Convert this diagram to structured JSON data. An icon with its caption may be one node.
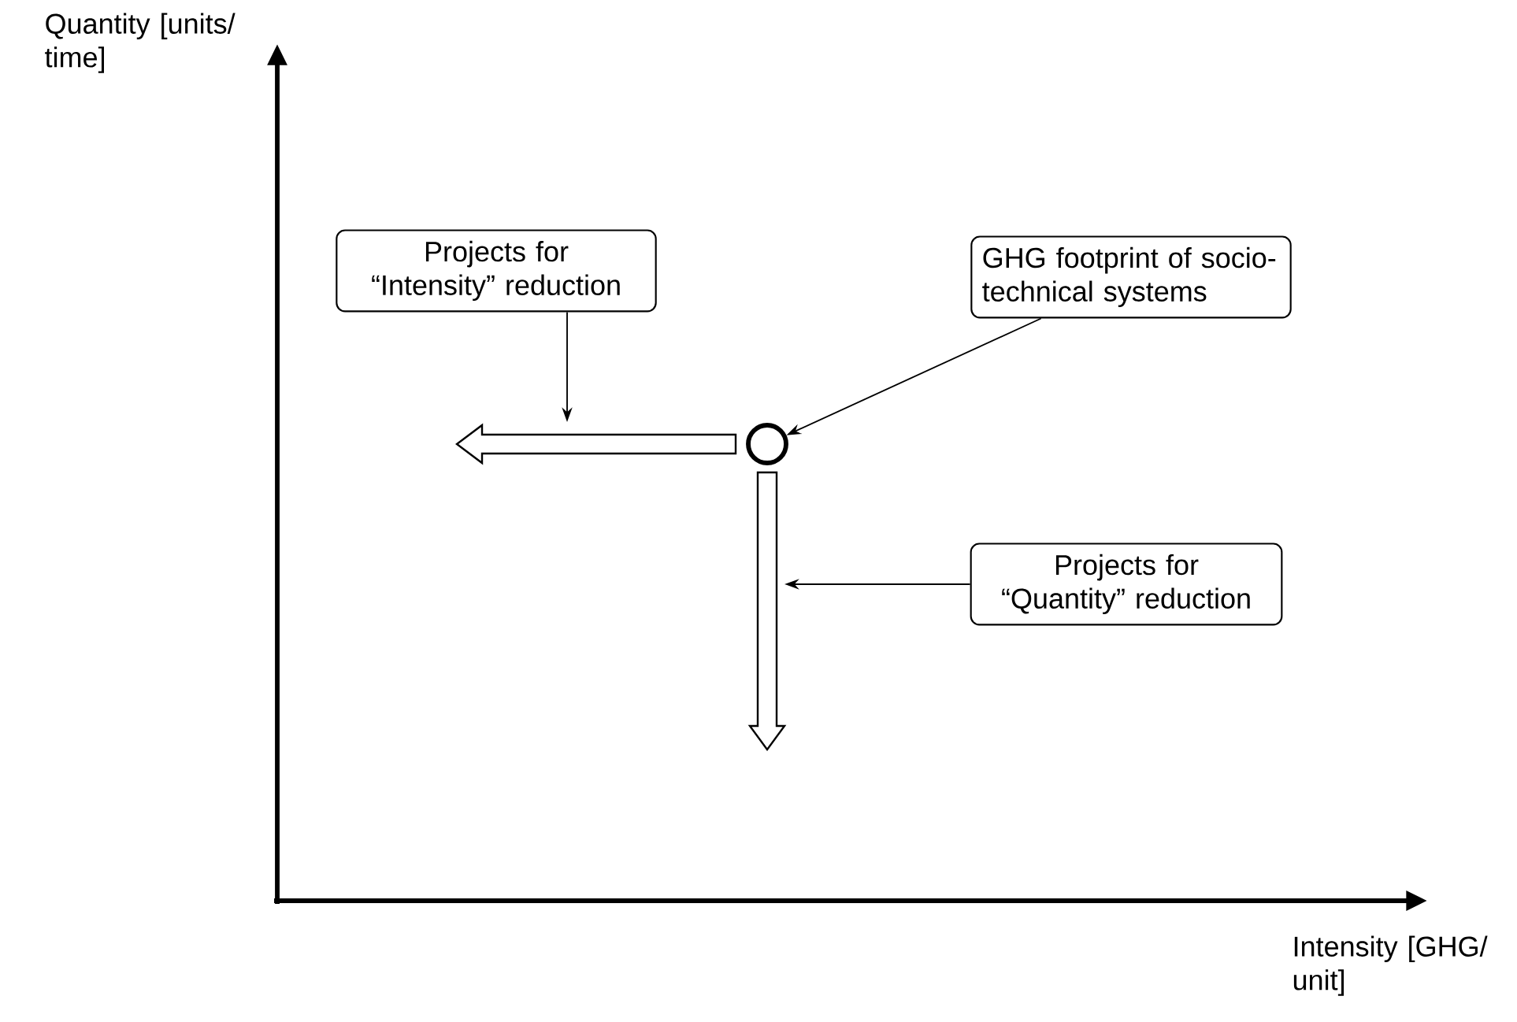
{
  "diagram": {
    "nodes": [
      {
        "text": [
          "Projects for “Intensity” reduction"
        ]
      },
      {
        "text": [
          "GHG footprint of socio-technical systems"
        ]
      },
      {
        "text": [],
        "shape": "circle"
      },
      {
        "text": [
          "Projects for “Quantity” reduction"
        ]
      }
    ],
    "edges": [
      {
        "from": 0,
        "to": null,
        "arrow": "to"
      },
      {
        "from": 1,
        "to": 2,
        "arrow": "to"
      },
      {
        "from": 3,
        "to": null,
        "arrow": "to"
      }
    ],
    "labels": [
      "Quantity [units/ time]",
      "Intensity [GHG/ unit]"
    ]
  }
}
